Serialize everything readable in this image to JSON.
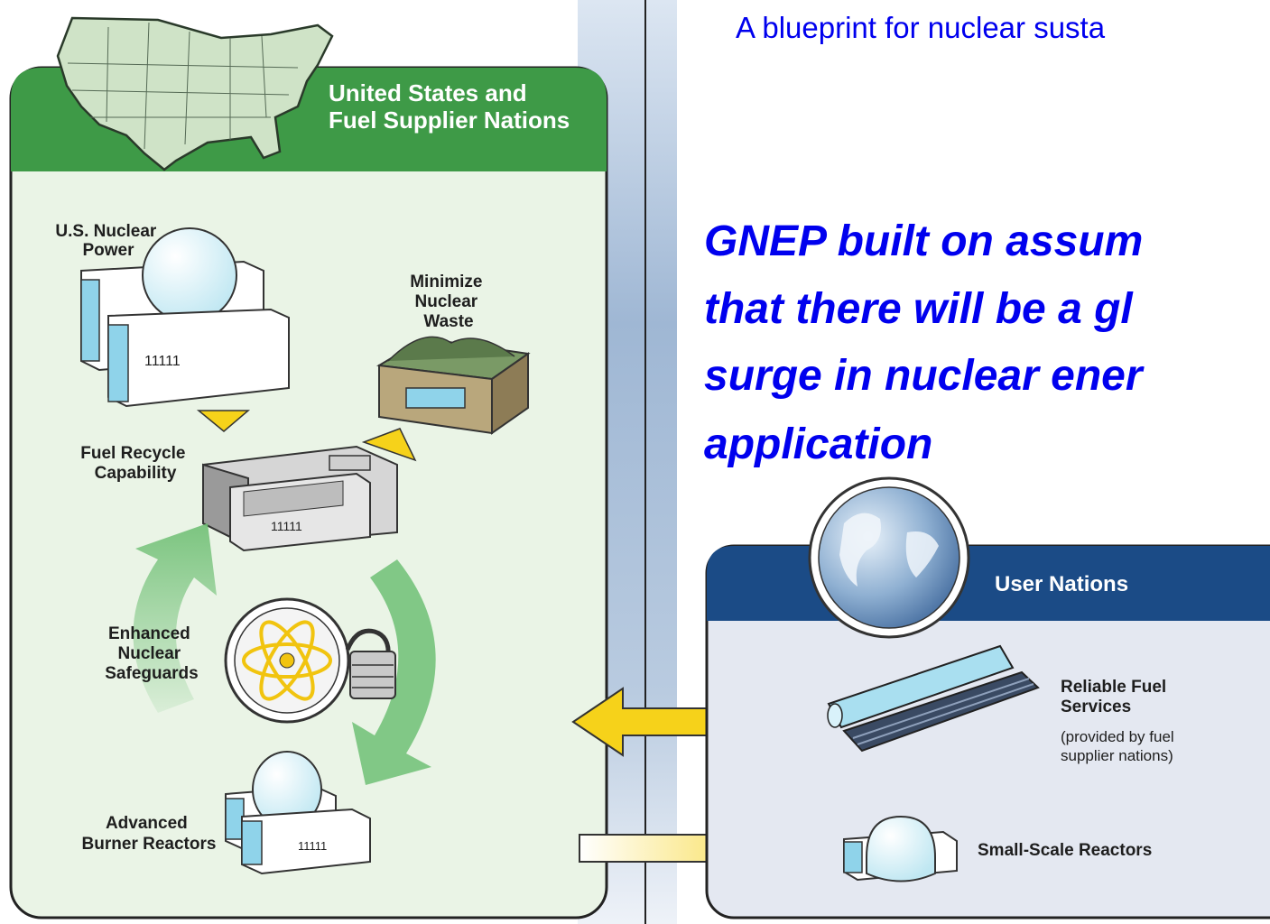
{
  "slide": {
    "subtitle": "A blueprint for nuclear susta",
    "headline": [
      "GNEP built on assum",
      "that there will be a gl",
      "surge in nuclear ener",
      "application"
    ]
  },
  "left_panel": {
    "header": [
      "United States and",
      "Fuel Supplier Nations"
    ],
    "items": {
      "us_nuclear_power": [
        "U.S. Nuclear",
        "Power"
      ],
      "minimize_waste": [
        "Minimize",
        "Nuclear",
        "Waste"
      ],
      "fuel_recycle": [
        "Fuel Recycle",
        "Capability"
      ],
      "safeguards": [
        "Enhanced",
        "Nuclear",
        "Safeguards"
      ],
      "burner_reactors": [
        "Advanced",
        "Burner Reactors"
      ]
    }
  },
  "right_panel": {
    "header": "User Nations",
    "items": {
      "fuel_services_title": [
        "Reliable Fuel",
        "Services"
      ],
      "fuel_services_note": [
        "(provided by fuel",
        "supplier nations)"
      ],
      "small_reactors": "Small-Scale Reactors"
    }
  },
  "colors": {
    "green_header": "#3e9a47",
    "green_panel": "#eaf4e6",
    "blue_header": "#1b4b86",
    "blue_panel": "#e4e8f1",
    "arrow_yellow": "#f6d21a",
    "headline_blue": "#0000ee"
  },
  "icons": [
    "us-map-icon",
    "globe-icon",
    "nuclear-plant-icon",
    "repository-icon",
    "recycle-facility-icon",
    "atom-lock-icon",
    "reactor-icon",
    "fuel-rods-icon",
    "small-reactor-icon",
    "cycle-arrow-icon",
    "double-arrow-icon"
  ]
}
